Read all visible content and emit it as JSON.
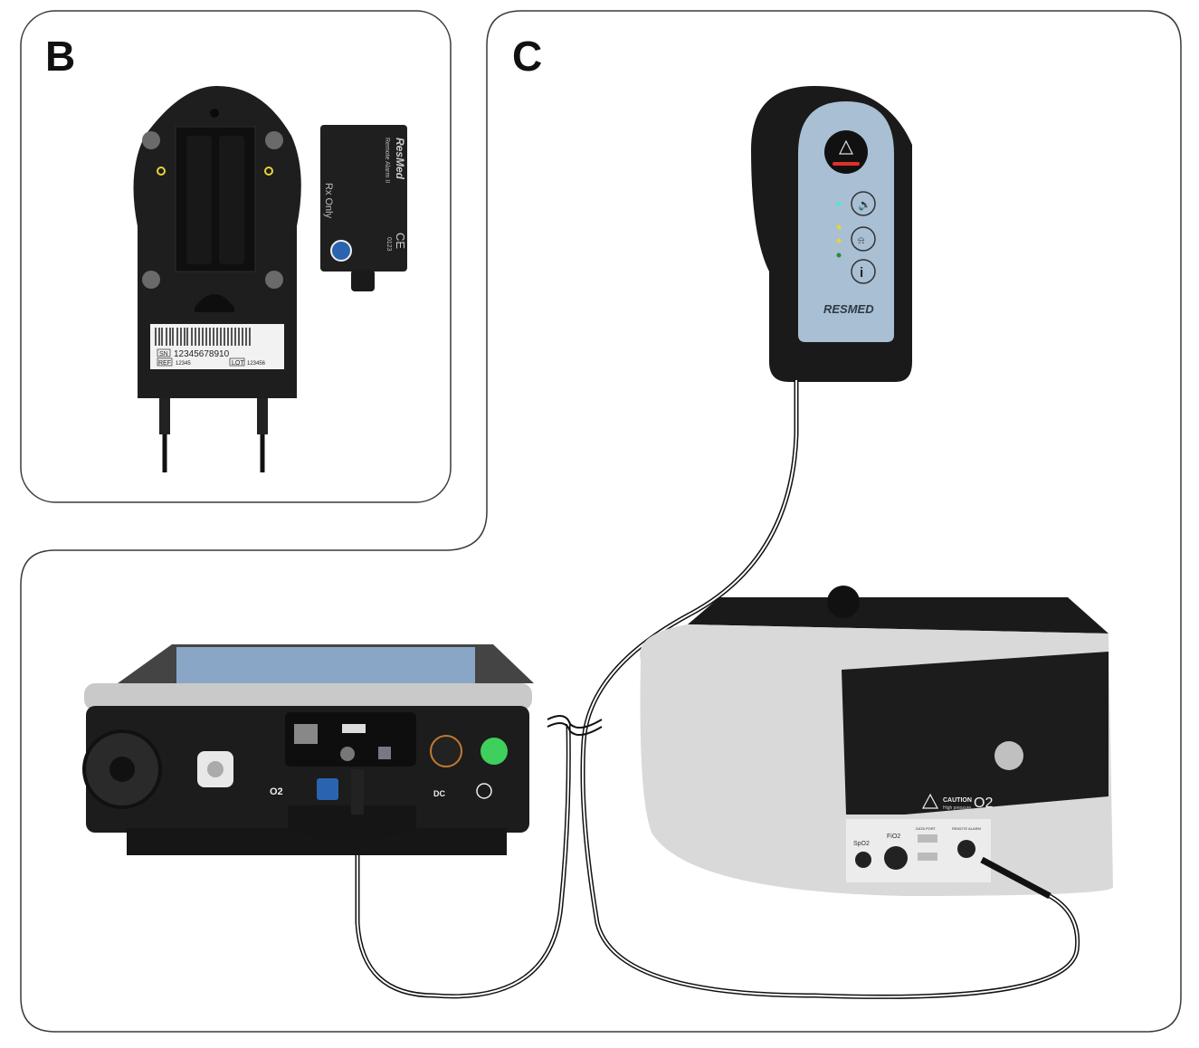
{
  "panels": {
    "b_label": "B",
    "c_label": "C"
  },
  "remote_alarm_back": {
    "label_sn_tag": "SN",
    "serial_number": "12345678910",
    "label_ref_tag": "REF",
    "ref_number": "12345",
    "label_lot_tag": "LOT",
    "lot_number": "123456"
  },
  "battery_cover": {
    "brand": "ResMed",
    "product": "Remote Alarm II",
    "rx": "Rx Only",
    "ce_mark": "CE",
    "ce_number": "0123"
  },
  "remote_alarm_front": {
    "brand": "RESMED",
    "info_button": "i"
  },
  "ventilator_left": {
    "o2_label": "O2",
    "dc_label": "DC"
  },
  "ventilator_right": {
    "caution_title": "CAUTION",
    "caution_sub": "High pressure",
    "o2_label": "O2",
    "spo2_label": "SpO2",
    "fio2_label": "FiO2",
    "data_port_label": "DATA PORT",
    "remote_alarm_label": "REMOTE ALARM"
  },
  "colors": {
    "outline": "#3a3a3a",
    "device_black": "#1c1c1c",
    "alarm_face": "#a9bfd3",
    "power_green": "#3fcf5c",
    "alarm_red": "#e0302a",
    "device_grey": "#d9d9d9"
  }
}
